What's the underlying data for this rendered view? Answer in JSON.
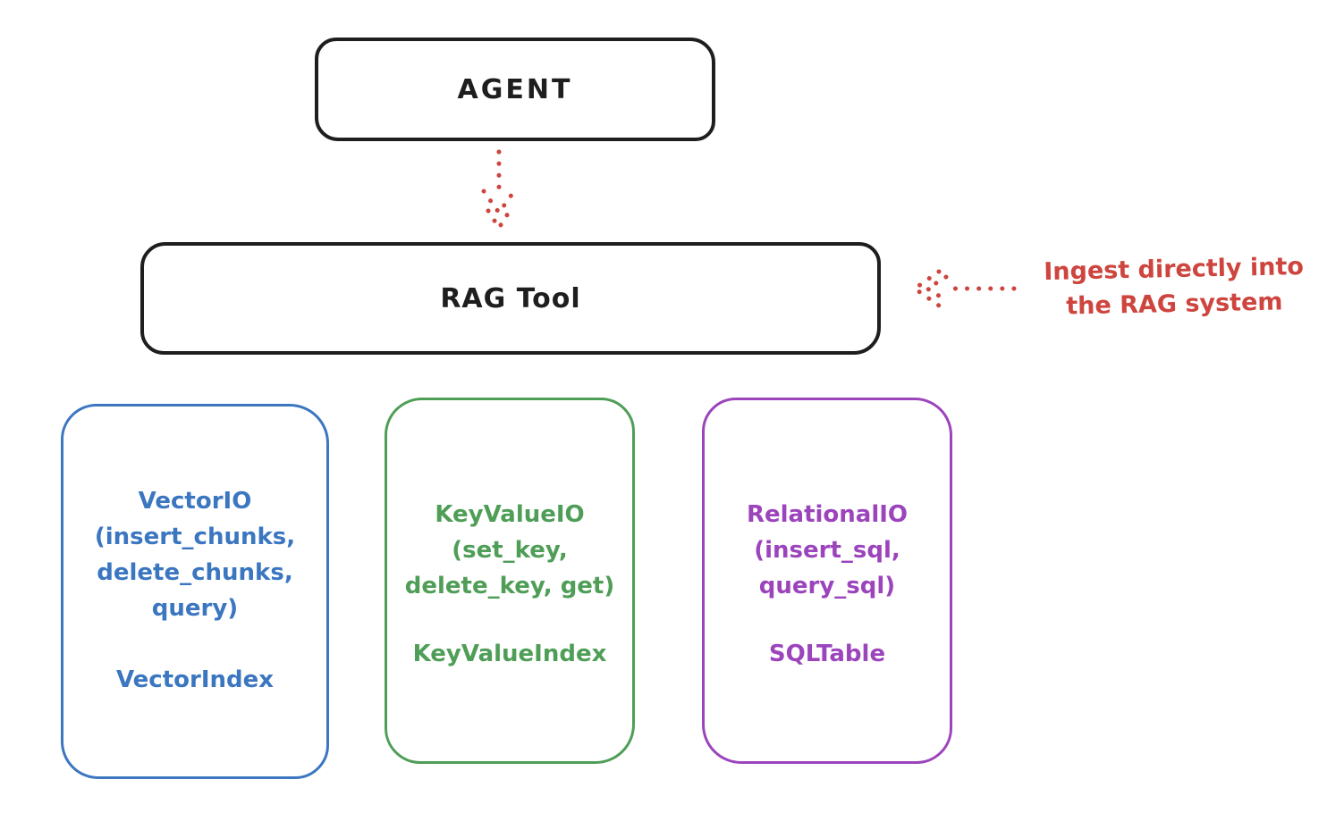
{
  "colors": {
    "background": "#ffffff",
    "ink": "#1e1e1e",
    "red": "#cd453e",
    "blue": "#3b76c0",
    "green": "#4f9e57",
    "purple": "#9b44bc"
  },
  "nodes": {
    "agent": {
      "label": "AGENT",
      "color": "#1e1e1e"
    },
    "rag_tool": {
      "label": "RAG Tool",
      "color": "#1e1e1e"
    },
    "vector_io": {
      "lines": [
        "VectorIO",
        "(insert_chunks,",
        "delete_chunks,",
        "query)"
      ],
      "index_label": "VectorIndex",
      "color": "#3b76c0"
    },
    "key_value_io": {
      "lines": [
        "KeyValueIO",
        "(set_key,",
        "delete_key, get)"
      ],
      "index_label": "KeyValueIndex",
      "color": "#4f9e57"
    },
    "relational_io": {
      "lines": [
        "RelationalIO",
        "(insert_sql,",
        "query_sql)"
      ],
      "index_label": "SQLTable",
      "color": "#9b44bc"
    }
  },
  "annotation": {
    "lines": [
      "Ingest directly into",
      "the RAG system"
    ],
    "color": "#cd453e"
  },
  "edges": [
    {
      "from": "agent",
      "to": "rag_tool",
      "style": "dotted",
      "direction": "down",
      "color": "#cd453e"
    },
    {
      "from": "ingest_annotation",
      "to": "rag_tool",
      "style": "dotted",
      "direction": "left",
      "color": "#cd453e"
    }
  ]
}
